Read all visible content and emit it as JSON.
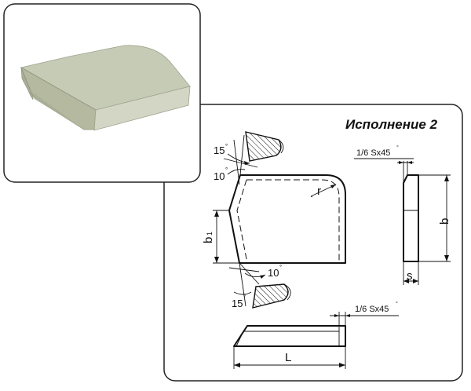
{
  "title": "Исполнение 2",
  "angles": {
    "top_15": "15",
    "top_10": "10",
    "bottom_10": "10",
    "bottom_15": "15",
    "degree_symbol": "°"
  },
  "labels": {
    "radius": "r",
    "b1": "b",
    "b1_subscript": "1",
    "b": "b",
    "s": "s",
    "L": "L",
    "chamfer_top": "1/6 Sx45",
    "chamfer_bottom": "1/6 Sx45"
  },
  "colors": {
    "frame": "#222222",
    "insert_top": "#c6cbb6",
    "insert_side_light": "#d9dccb",
    "insert_side_dark": "#a5aa93"
  }
}
